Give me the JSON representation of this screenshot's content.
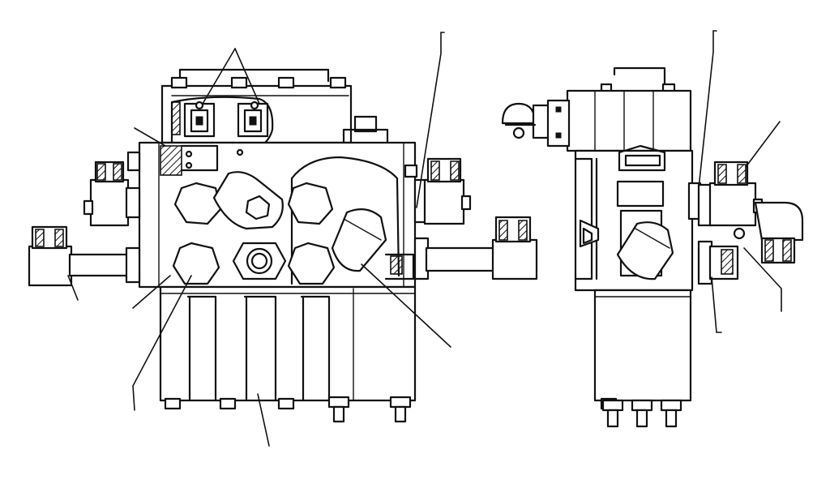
{
  "drawing": {
    "kind": "hydraulic-control-valve-line-drawing",
    "views": [
      {
        "name": "front-view"
      },
      {
        "name": "side-view"
      }
    ],
    "ink_color": "#111111",
    "paper_color": "#ffffff",
    "callout_labels_printed": false
  }
}
